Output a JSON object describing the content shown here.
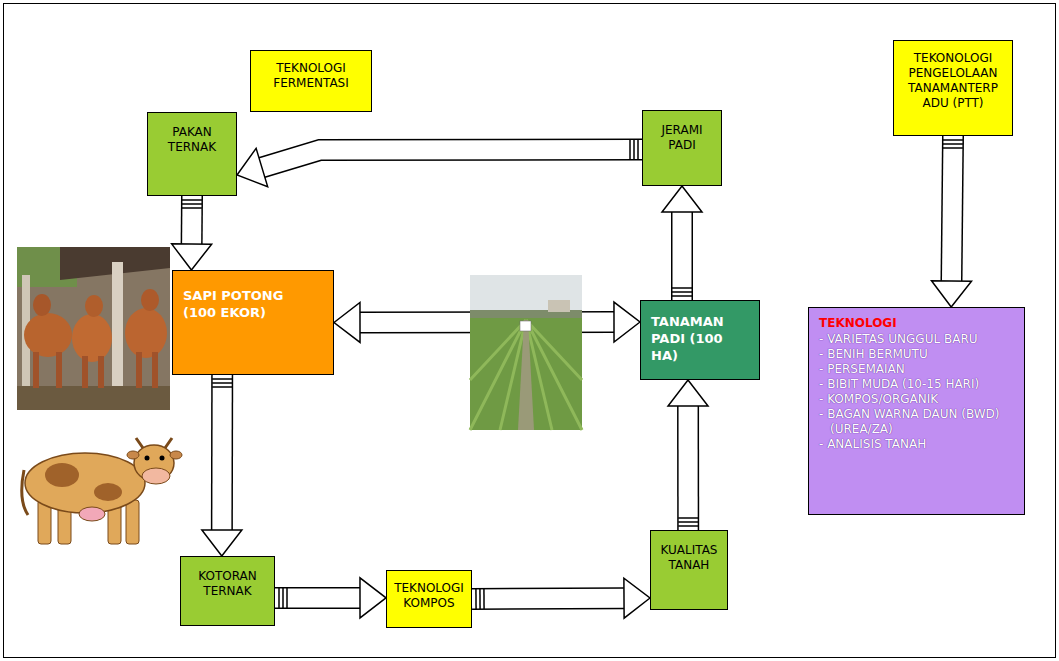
{
  "diagram": {
    "nodes": [
      {
        "text": [
          "TEKNOLOGI FERMENTASI"
        ]
      },
      {
        "text": [
          "TEKONOLOGI PENGELOLAAN TANAMANTERP ADU (PTT)"
        ]
      },
      {
        "text": [
          "PAKAN TERNAK"
        ]
      },
      {
        "text": [
          "JERAMI PADI"
        ]
      },
      {
        "text": [
          "SAPI POTONG (100 EKOR)"
        ]
      },
      {
        "text": [
          "TANAMAN PADI (100 HA)"
        ]
      },
      {
        "text": [
          "TEKNOLOGI",
          "- VARIETAS UNGGUL BARU",
          "- BENIH BERMUTU",
          "- PERSEMAIAN",
          "- BIBIT MUDA (10-15 HARI)",
          "- KOMPOS/ORGANIK",
          "- BAGAN WARNA DAUN (BWD) (UREA/ZA)",
          "- ANALISIS TANAH"
        ]
      },
      {
        "text": [
          "KOTORAN TERNAK"
        ]
      },
      {
        "text": [
          "TEKNOLOGI KOMPOS"
        ]
      },
      {
        "text": [
          "KUALITAS TANAH"
        ]
      }
    ],
    "edges": [
      {
        "from": 3,
        "to": 2,
        "arrow": "to"
      },
      {
        "from": 2,
        "to": 4,
        "arrow": "to"
      },
      {
        "from": 4,
        "to": 5,
        "arrow": "both"
      },
      {
        "from": 4,
        "to": 7,
        "arrow": "to"
      },
      {
        "from": 7,
        "to": 8,
        "arrow": "to"
      },
      {
        "from": 8,
        "to": 9,
        "arrow": "to"
      },
      {
        "from": 9,
        "to": 5,
        "arrow": "to"
      },
      {
        "from": 5,
        "to": 3,
        "arrow": "to"
      },
      {
        "from": 1,
        "to": 6,
        "arrow": "to"
      }
    ]
  }
}
